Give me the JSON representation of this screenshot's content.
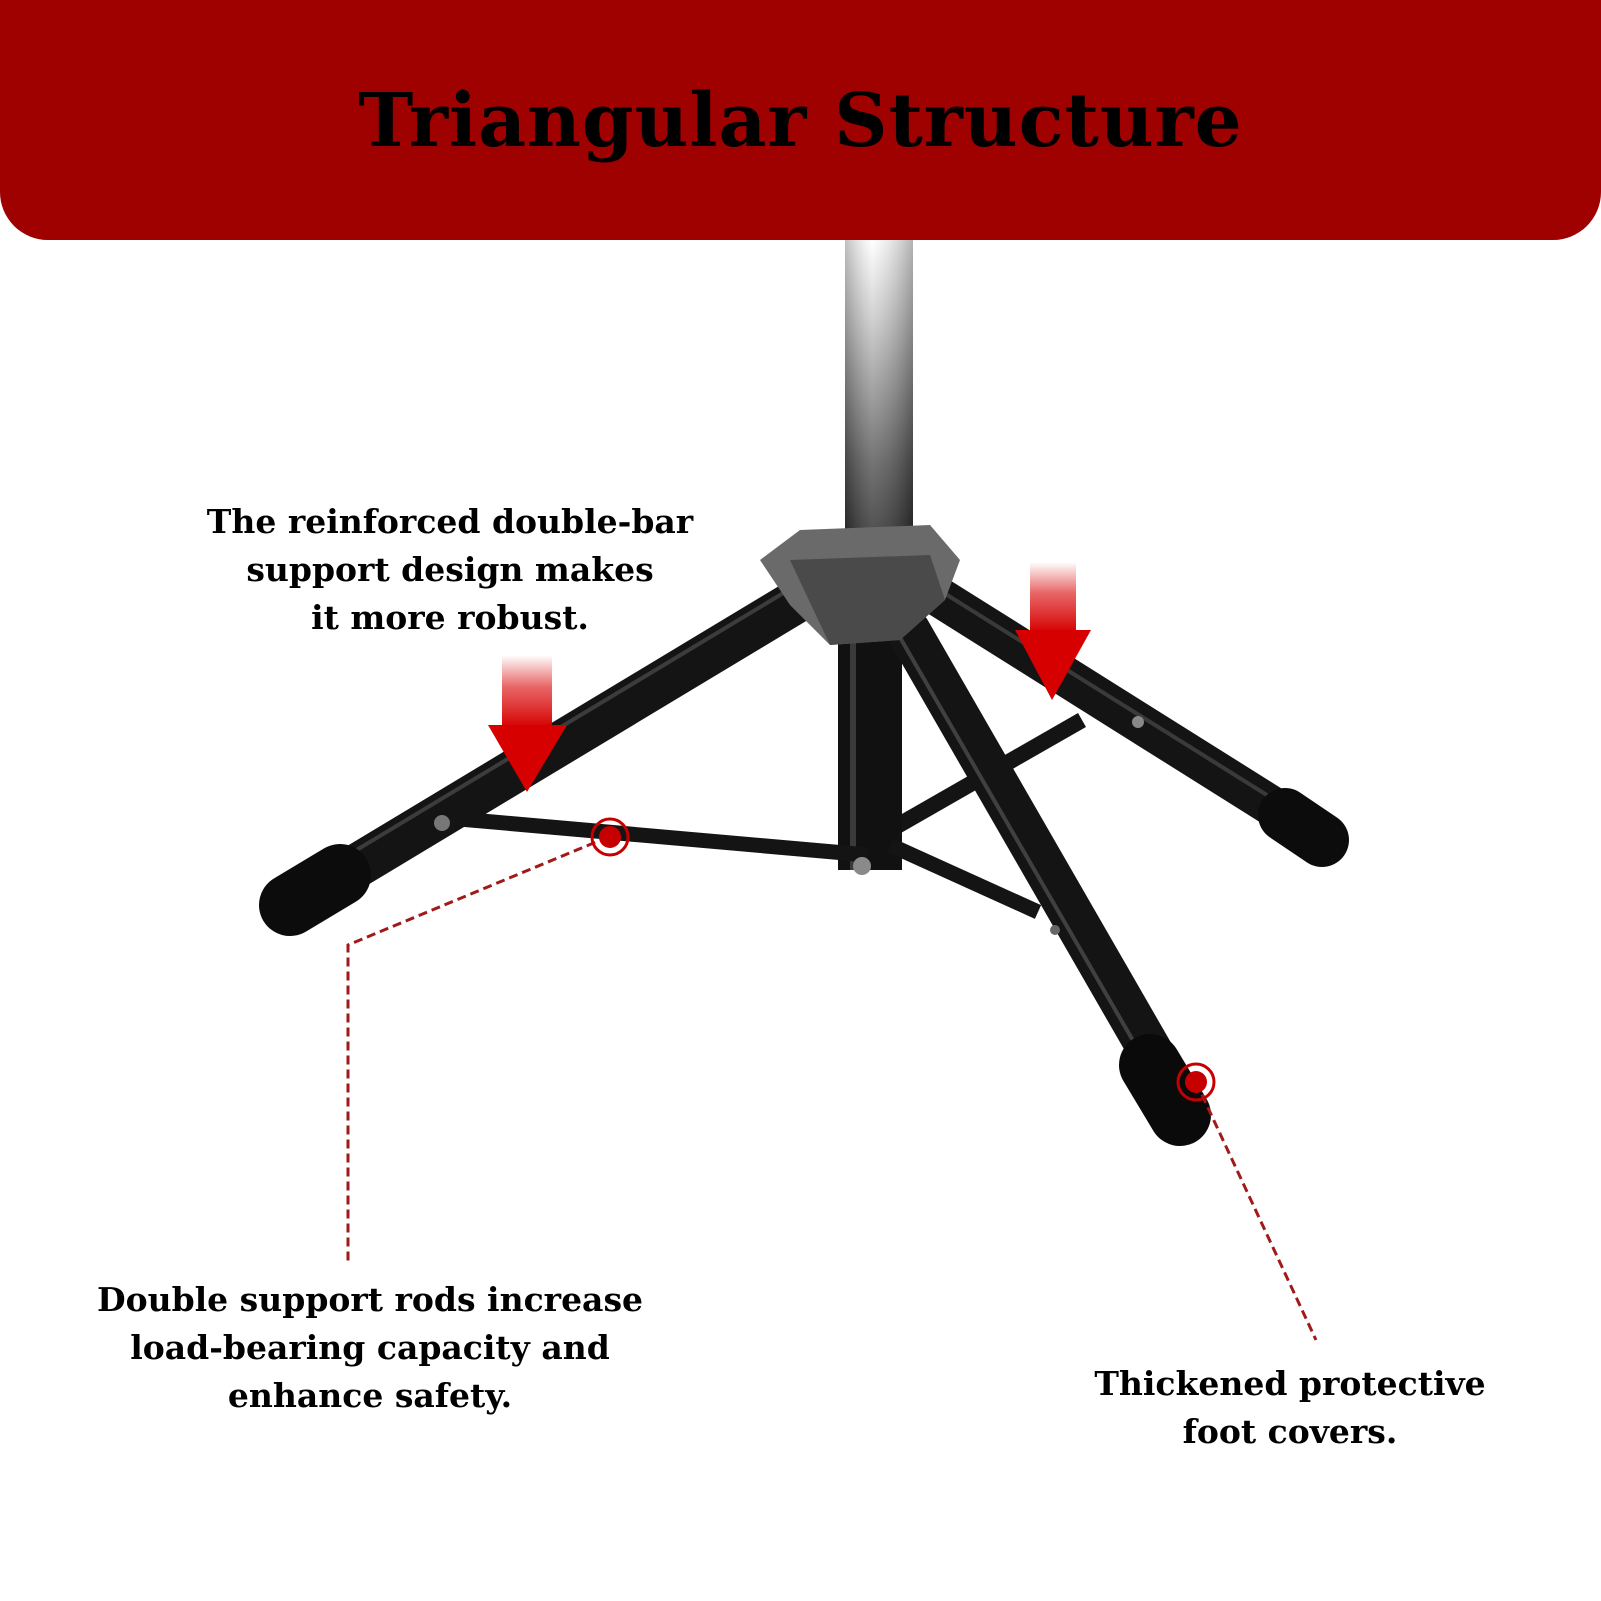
{
  "colors": {
    "banner": "#9f0000",
    "accent": "#c60000",
    "callout_line": "#a11a1a",
    "metal": "#111111"
  },
  "header": {
    "title": "Triangular Structure"
  },
  "callouts": {
    "reinforced": {
      "lines": [
        "The reinforced double-bar",
        "support design makes",
        "it more robust."
      ]
    },
    "double_rods": {
      "lines": [
        "Double support rods increase",
        "load-bearing capacity and",
        "enhance safety."
      ]
    },
    "foot_covers": {
      "lines": [
        "Thickened protective",
        "foot covers."
      ]
    }
  },
  "icons": {
    "arrows": [
      "down-arrow-icon",
      "down-arrow-icon"
    ],
    "markers": [
      "target-marker-icon",
      "target-marker-icon"
    ]
  }
}
